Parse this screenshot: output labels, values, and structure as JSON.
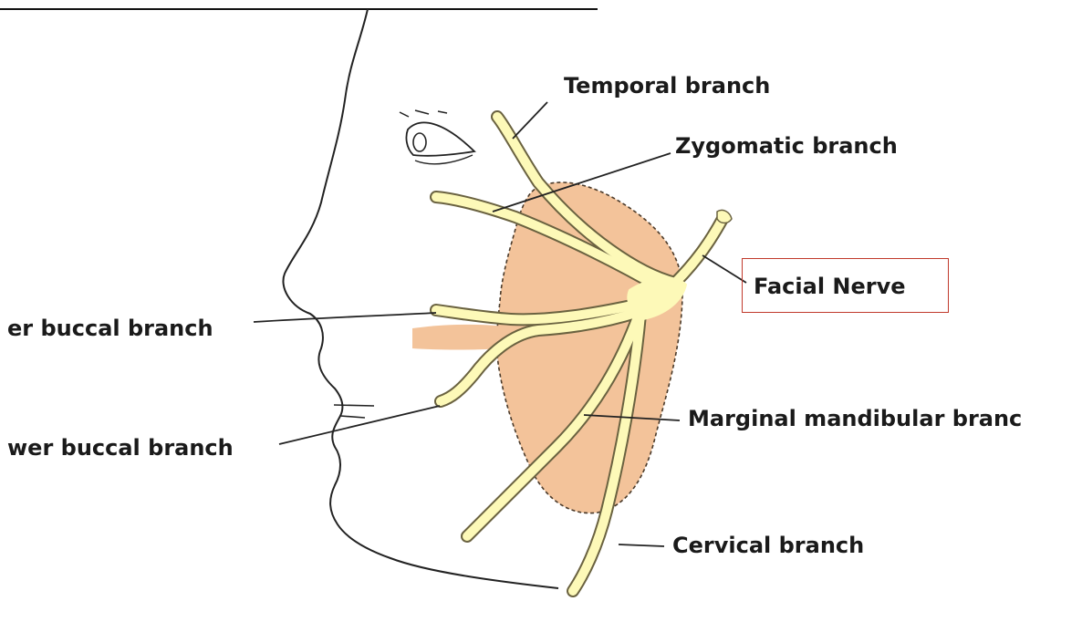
{
  "labels": {
    "temporal": "Temporal branch",
    "zygomatic": "Zygomatic branch",
    "facial_nerve": "Facial Nerve",
    "upper_buccal": "er buccal branch",
    "marginal_mandibular": "Marginal mandibular branc",
    "lower_buccal": "wer buccal branch",
    "cervical": "Cervical branch"
  },
  "colors": {
    "nerve_fill": "#fdf9b8",
    "nerve_stroke": "#6a6240",
    "parotid_fill": "#f3c39a",
    "outline": "#222222",
    "label_text": "#1a1a1a",
    "highlight_box": "#c0392b"
  }
}
